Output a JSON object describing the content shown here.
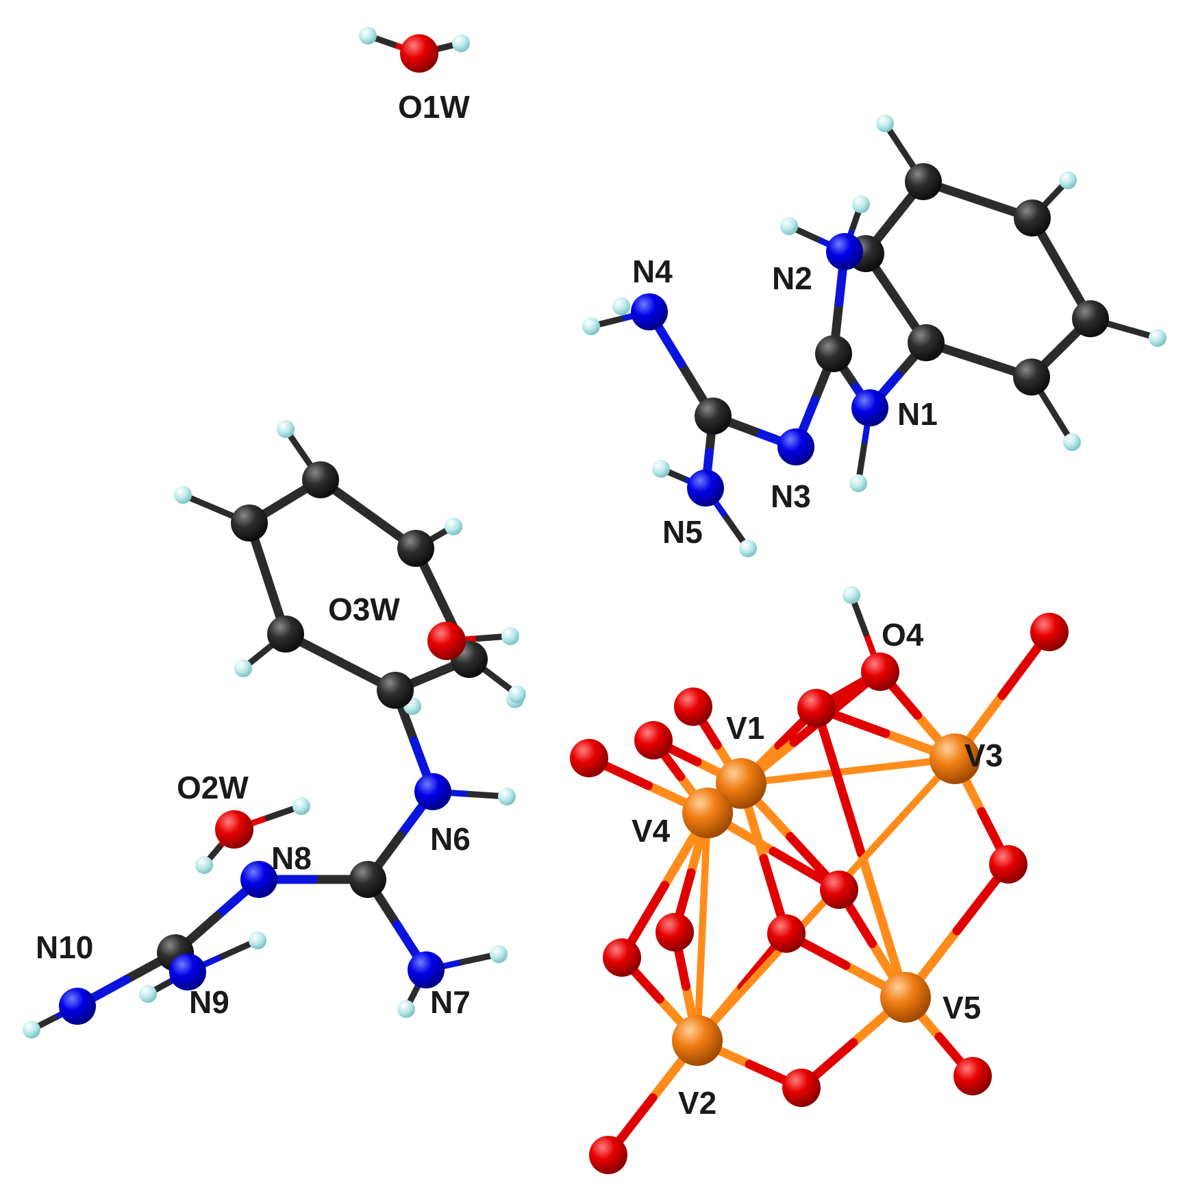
{
  "colors": {
    "carbon": "#2e2e2e",
    "nitrogen": "#0000e6",
    "oxygen": "#e60000",
    "vanadium": "#f07d14",
    "hydrogen": "#b4e6e6",
    "c_bond": "#2b2b2b",
    "n_bond": "#0a14dc",
    "o_bond": "#e00000",
    "v_bond": "#ff8c1a",
    "label": "#1a1a1a"
  },
  "labels": {
    "O1W": "O1W",
    "O2W": "O2W",
    "O3W": "O3W",
    "O4": "O4",
    "N1": "N1",
    "N2": "N2",
    "N3": "N3",
    "N4": "N4",
    "N5": "N5",
    "N6": "N6",
    "N7": "N7",
    "N8": "N8",
    "N9": "N9",
    "N10": "N10",
    "V1": "V1",
    "V2": "V2",
    "V3": "V3",
    "V4": "V4",
    "V5": "V5"
  }
}
